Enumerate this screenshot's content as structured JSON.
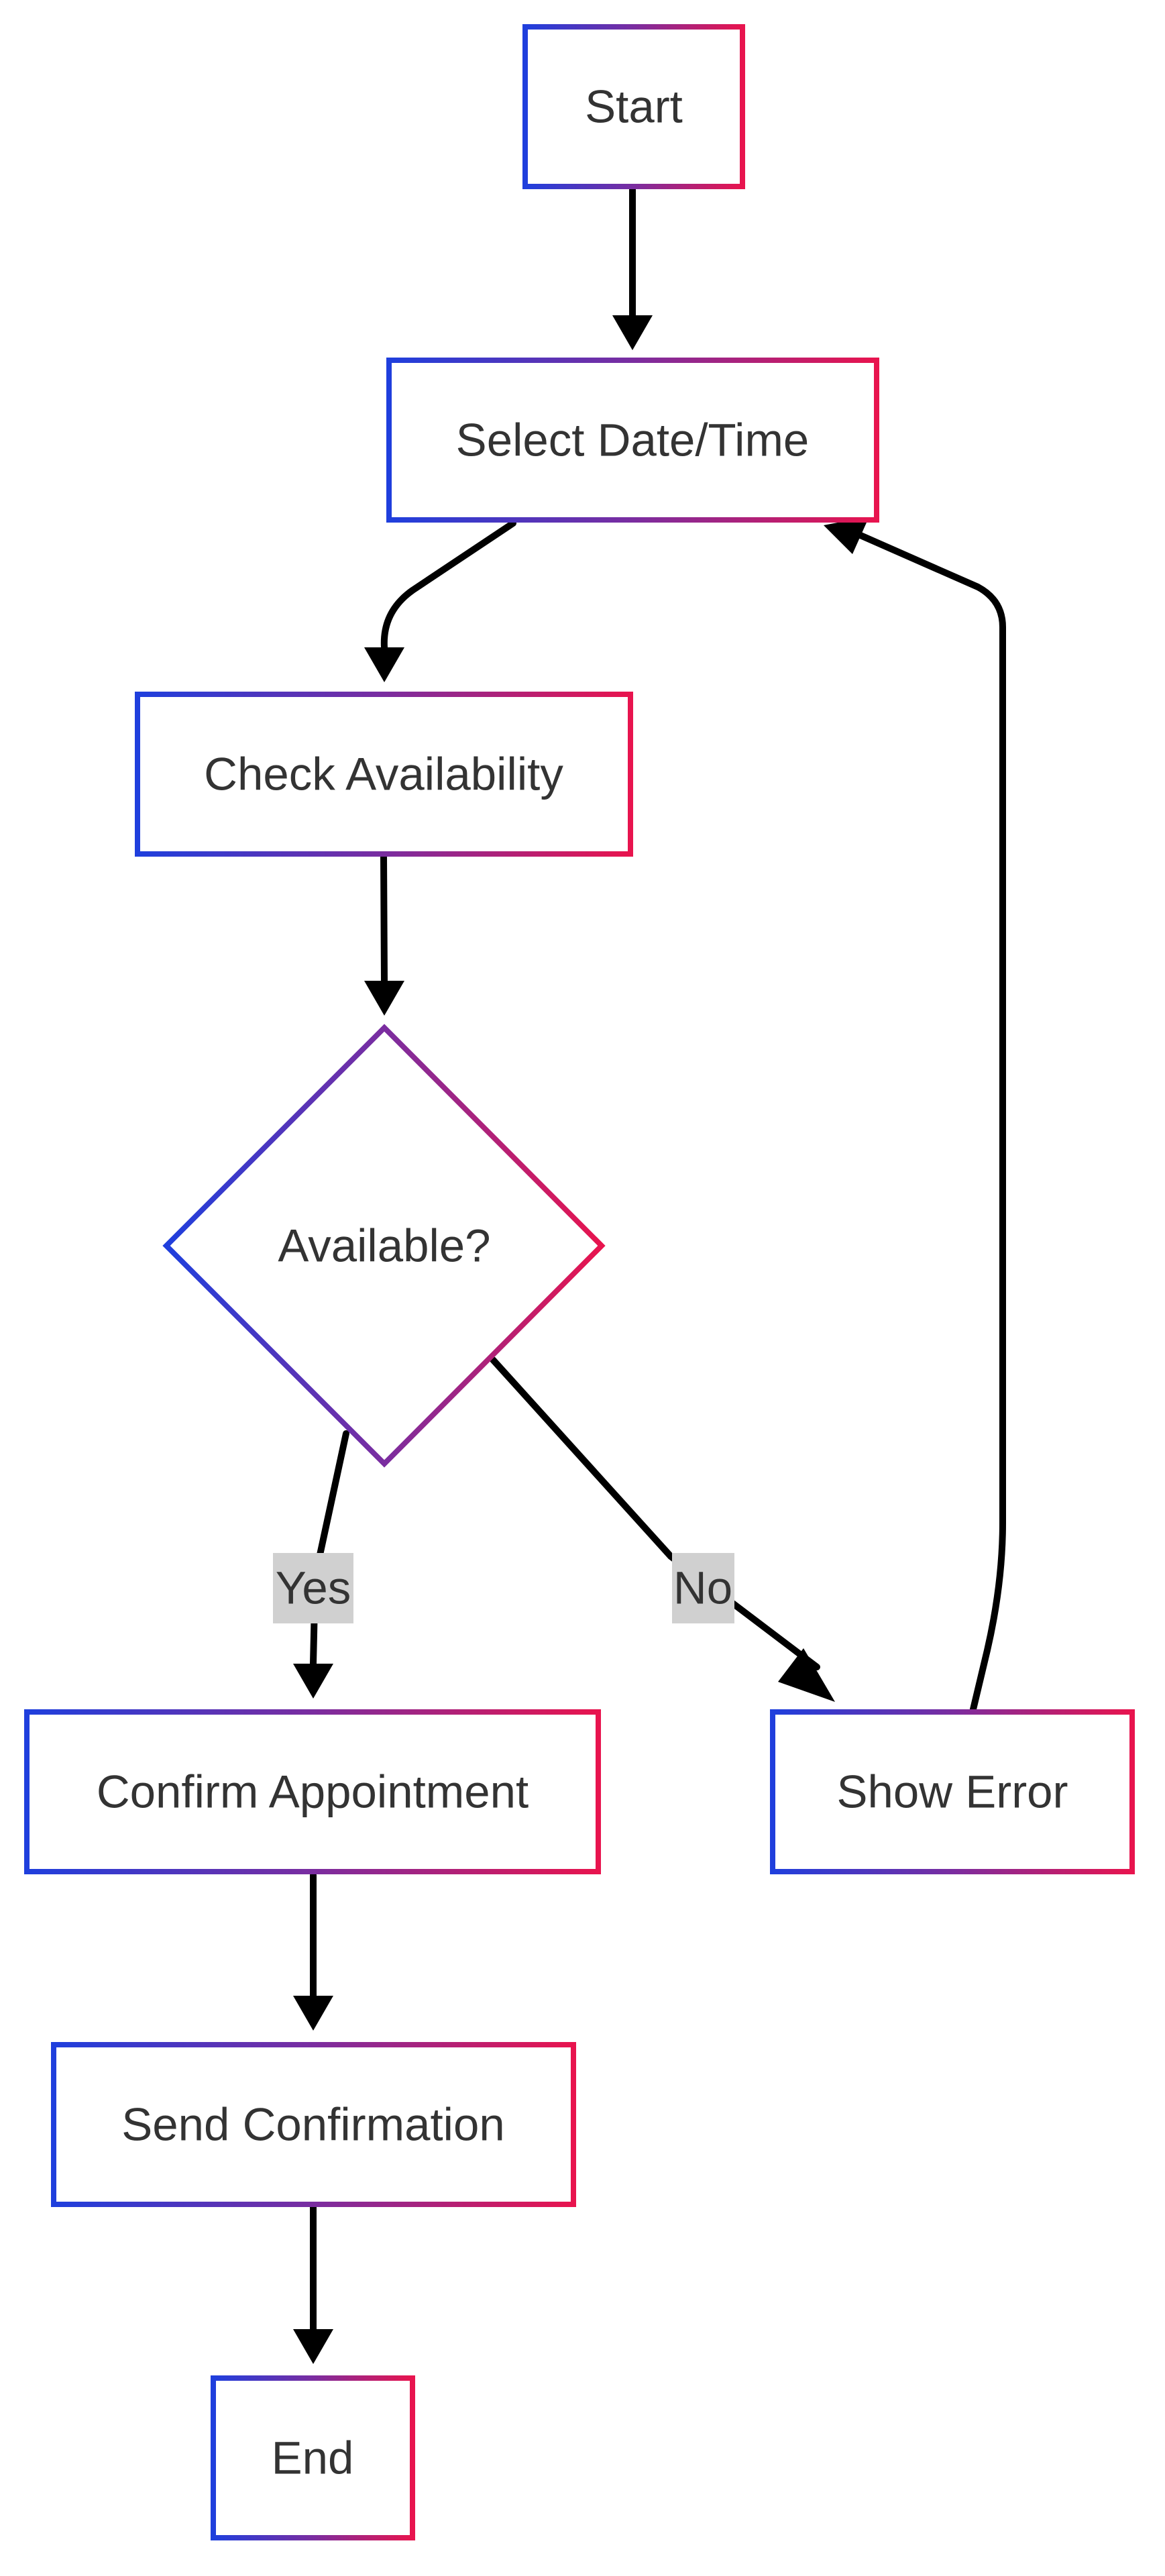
{
  "diagram": {
    "type": "flowchart",
    "colors": {
      "gradient_start": "#1f3fdd",
      "gradient_mid": "#7a2da0",
      "gradient_end": "#e8144e",
      "edge": "#000000",
      "label_bg": "#d0d0d0",
      "text": "#333333"
    },
    "nodes": {
      "start": {
        "label": "Start",
        "shape": "rect"
      },
      "select": {
        "label": "Select Date/Time",
        "shape": "rect"
      },
      "check": {
        "label": "Check Availability",
        "shape": "rect"
      },
      "decision": {
        "label": "Available?",
        "shape": "diamond"
      },
      "confirm": {
        "label": "Confirm Appointment",
        "shape": "rect"
      },
      "error": {
        "label": "Show Error",
        "shape": "rect"
      },
      "send": {
        "label": "Send Confirmation",
        "shape": "rect"
      },
      "end": {
        "label": "End",
        "shape": "rect"
      }
    },
    "edges": [
      {
        "from": "start",
        "to": "select",
        "label": ""
      },
      {
        "from": "select",
        "to": "check",
        "label": ""
      },
      {
        "from": "check",
        "to": "decision",
        "label": ""
      },
      {
        "from": "decision",
        "to": "confirm",
        "label": "Yes"
      },
      {
        "from": "decision",
        "to": "error",
        "label": "No"
      },
      {
        "from": "error",
        "to": "select",
        "label": ""
      },
      {
        "from": "confirm",
        "to": "send",
        "label": ""
      },
      {
        "from": "send",
        "to": "end",
        "label": ""
      }
    ],
    "edge_labels": {
      "yes": "Yes",
      "no": "No"
    }
  }
}
